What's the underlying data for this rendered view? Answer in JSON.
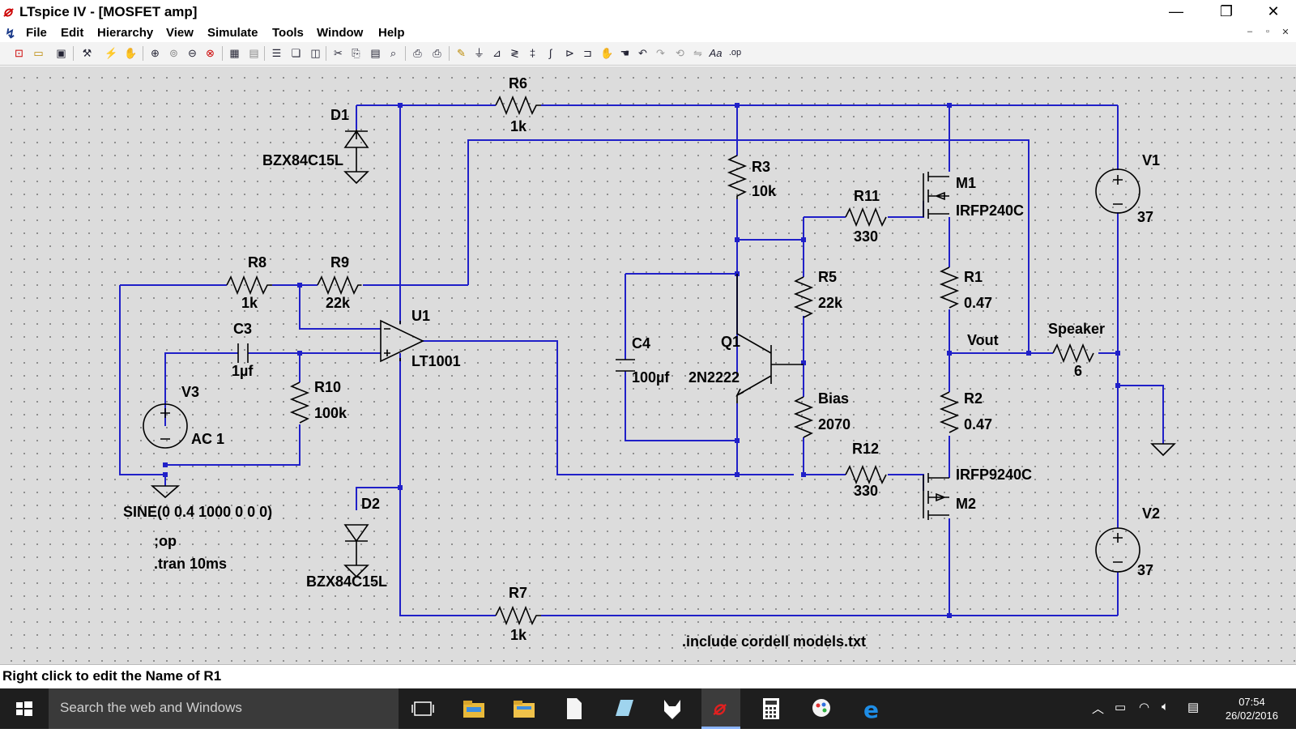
{
  "window": {
    "title": "LTspice IV - [MOSFET amp]",
    "app_icon": "ltspice-logo-icon",
    "controls": [
      "minimize-icon",
      "maximize-icon",
      "close-icon"
    ]
  },
  "menu": {
    "items": [
      "File",
      "Edit",
      "Hierarchy",
      "View",
      "Simulate",
      "Tools",
      "Window",
      "Help"
    ]
  },
  "toolbar": {
    "icons": [
      "new-schematic-icon",
      "open-icon",
      "save-icon",
      "control-panel-icon",
      "run-icon",
      "halt-icon",
      "zoom-in-icon",
      "pan-icon",
      "zoom-out-icon",
      "zoom-fit-icon",
      "autorange-icon",
      "grid-icon",
      "tile-horizontal-icon",
      "cascade-icon",
      "tile-vertical-icon",
      "cut-icon",
      "copy-icon",
      "paste-icon",
      "find-icon",
      "print-setup-icon",
      "print-icon",
      "wire-icon",
      "ground-icon",
      "label-net-icon",
      "resistor-icon",
      "capacitor-icon",
      "inductor-icon",
      "diode-icon",
      "component-icon",
      "move-icon",
      "drag-icon",
      "undo-icon",
      "redo-icon",
      "rotate-icon",
      "mirror-icon",
      "text-icon",
      "spice-directive-icon"
    ]
  },
  "schematic": {
    "wire_color": "#2020c8",
    "components": {
      "D1": {
        "name": "D1",
        "value": "BZX84C15L"
      },
      "D2": {
        "name": "D2",
        "value": "BZX84C15L"
      },
      "R6": {
        "name": "R6",
        "value": "1k"
      },
      "R7": {
        "name": "R7",
        "value": "1k"
      },
      "R3": {
        "name": "R3",
        "value": "10k"
      },
      "R11": {
        "name": "R11",
        "value": "330"
      },
      "R12": {
        "name": "R12",
        "value": "330"
      },
      "M1": {
        "name": "M1",
        "value": "IRFP240C"
      },
      "M2": {
        "name": "M2",
        "value": "IRFP9240C"
      },
      "R1": {
        "name": "R1",
        "value": "0.47"
      },
      "R2": {
        "name": "R2",
        "value": "0.47"
      },
      "R5": {
        "name": "R5",
        "value": "22k"
      },
      "R8": {
        "name": "R8",
        "value": "1k"
      },
      "R9": {
        "name": "R9",
        "value": "22k"
      },
      "R10": {
        "name": "R10",
        "value": "100k"
      },
      "C3": {
        "name": "C3",
        "value": "1µf"
      },
      "C4": {
        "name": "C4",
        "value": "100µf"
      },
      "Q1": {
        "name": "Q1",
        "value": "2N2222"
      },
      "U1": {
        "name": "U1",
        "value": "LT1001"
      },
      "Bias": {
        "name": "Bias",
        "value": "2070"
      },
      "V1": {
        "name": "V1",
        "value": "37"
      },
      "V2": {
        "name": "V2",
        "value": "37"
      },
      "V3": {
        "name": "V3",
        "value": "AC 1",
        "source": "SINE(0 0.4 1000 0 0 0)"
      },
      "Speaker": {
        "name": "Speaker",
        "value": "6"
      }
    },
    "net_labels": {
      "vout": "Vout"
    },
    "directives": {
      "op": ";op",
      "tran": ".tran 10ms",
      "include": ".include cordell models.txt"
    }
  },
  "status": {
    "text": "Right click to edit the Name of R1"
  },
  "taskbar": {
    "search_placeholder": "Search the web and Windows",
    "time": "07:54",
    "date": "26/02/2016",
    "apps": [
      "task-view-icon",
      "file-explorer-icon",
      "folder-icon",
      "document-icon",
      "notepad-icon",
      "fox-app-icon",
      "ltspice-taskbar-icon",
      "calculator-icon",
      "paint-icon",
      "edge-icon"
    ]
  }
}
